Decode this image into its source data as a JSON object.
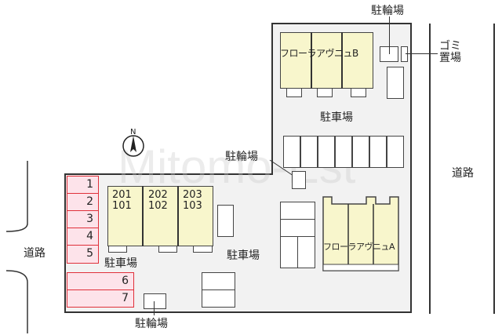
{
  "watermark": "Mitomo-Est",
  "labels": {
    "bike_parking": "駐輪場",
    "garbage": "ゴミ置場",
    "parking": "駐車場",
    "road": "道路",
    "north": "N"
  },
  "buildings": {
    "b": {
      "name": "フローラアヴニュB"
    },
    "a": {
      "name": "フローラアヴニュA"
    },
    "main": {
      "units": [
        {
          "upper": "201",
          "lower": "101"
        },
        {
          "upper": "202",
          "lower": "102"
        },
        {
          "upper": "203",
          "lower": "103"
        }
      ]
    }
  },
  "parking_spaces": [
    "1",
    "2",
    "3",
    "4",
    "5",
    "6",
    "7"
  ],
  "colors": {
    "building": "#f8f6cc",
    "parking_highlight": "#fde3ea",
    "parking_border": "#e0303a",
    "lot": "#f2f2f2"
  }
}
